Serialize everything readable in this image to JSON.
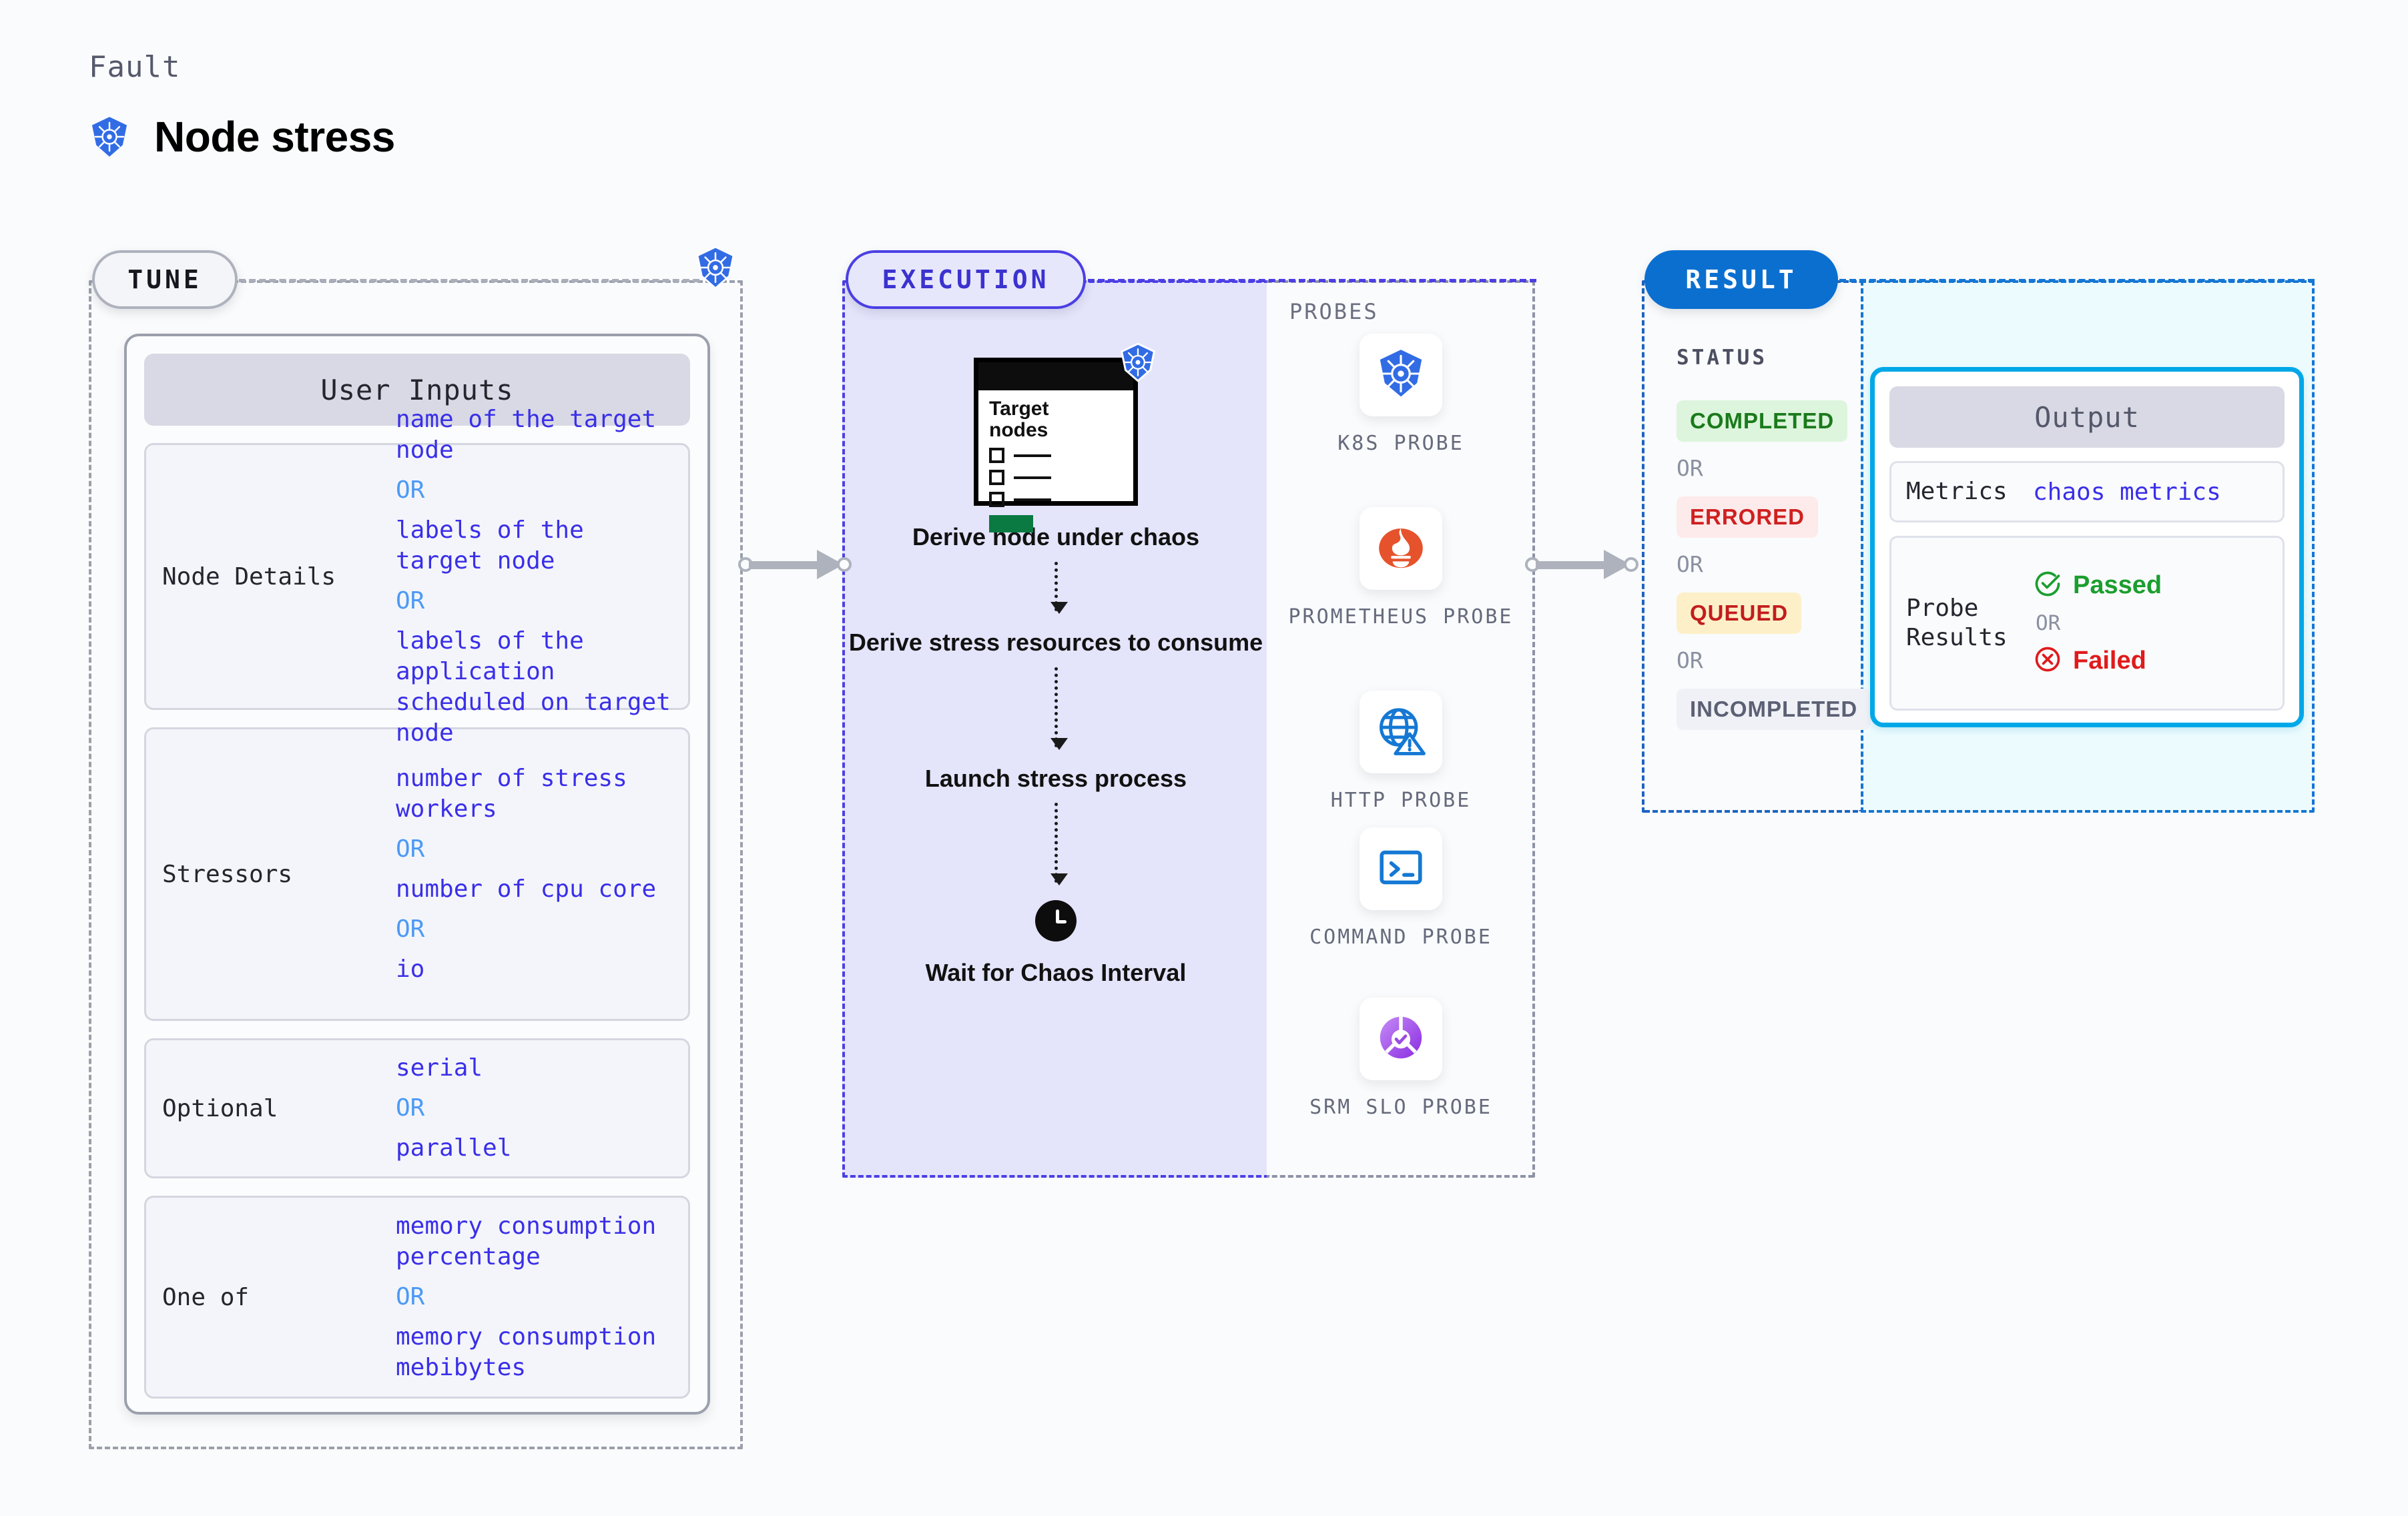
{
  "header": {
    "kicker": "Fault",
    "title": "Node stress",
    "icon": "kubernetes-icon"
  },
  "stages": {
    "tune": {
      "label": "TUNE",
      "badge_icon": "kubernetes-icon"
    },
    "execution": {
      "label": "EXECUTION"
    },
    "result": {
      "label": "RESULT"
    }
  },
  "tune": {
    "card_title": "User Inputs",
    "groups": [
      {
        "label": "Node Details",
        "items": [
          {
            "type": "value",
            "text": "name of the target node"
          },
          {
            "type": "or",
            "text": "OR"
          },
          {
            "type": "value",
            "text": "labels of the target node"
          },
          {
            "type": "or",
            "text": "OR"
          },
          {
            "type": "value",
            "text": "labels of the application scheduled on target node"
          }
        ]
      },
      {
        "label": "Stressors",
        "items": [
          {
            "type": "value",
            "text": "number of stress workers"
          },
          {
            "type": "or",
            "text": "OR"
          },
          {
            "type": "value",
            "text": "number of cpu core"
          },
          {
            "type": "or",
            "text": "OR"
          },
          {
            "type": "value",
            "text": "io"
          }
        ]
      },
      {
        "label": "Optional",
        "items": [
          {
            "type": "value",
            "text": "serial"
          },
          {
            "type": "or",
            "text": "OR"
          },
          {
            "type": "value",
            "text": "parallel"
          }
        ]
      },
      {
        "label": "One of",
        "items": [
          {
            "type": "value",
            "text": "memory consumption percentage"
          },
          {
            "type": "or",
            "text": "OR"
          },
          {
            "type": "value",
            "text": "memory consumption mebibytes"
          }
        ]
      }
    ]
  },
  "execution": {
    "node_card": {
      "title_line1": "Target",
      "title_line2": "nodes",
      "badge_icon": "kubernetes-icon"
    },
    "steps": [
      "Derive node under chaos",
      "Derive stress resources to consume",
      "Launch stress process",
      "Wait for Chaos Interval"
    ],
    "wait_icon": "clock-icon"
  },
  "probes": {
    "title": "PROBES",
    "items": [
      {
        "label": "K8S PROBE",
        "icon": "kubernetes-icon"
      },
      {
        "label": "PROMETHEUS PROBE",
        "icon": "prometheus-icon"
      },
      {
        "label": "HTTP PROBE",
        "icon": "globe-warning-icon"
      },
      {
        "label": "COMMAND PROBE",
        "icon": "terminal-icon"
      },
      {
        "label": "SRM SLO PROBE",
        "icon": "srm-slo-icon"
      }
    ]
  },
  "result": {
    "status_title": "STATUS",
    "or_label": "OR",
    "statuses": [
      {
        "label": "COMPLETED",
        "bg": "#dcf5dc",
        "fg": "#1b7a1b"
      },
      {
        "label": "ERRORED",
        "bg": "#fdeaea",
        "fg": "#cf2020"
      },
      {
        "label": "QUEUED",
        "bg": "#fdf0c8",
        "fg": "#c21d1d"
      },
      {
        "label": "INCOMPLETED",
        "bg": "#f0f1f6",
        "fg": "#5b6074"
      }
    ]
  },
  "output": {
    "title": "Output",
    "metrics_key": "Metrics",
    "metrics_value": "chaos metrics",
    "probe_key": "Probe Results",
    "passed_label": "Passed",
    "passed_icon": "check-circle-icon",
    "failed_label": "Failed",
    "failed_icon": "x-circle-icon",
    "or_label": "OR"
  },
  "colors": {
    "accent_blue": "#3a2fe8",
    "or_blue": "#4c9af5",
    "k8s_blue": "#326ce5",
    "result_blue": "#0b6fd0",
    "output_cyan": "#00a8e8",
    "pass_green": "#1b9e2e",
    "fail_red": "#e01b1b"
  }
}
